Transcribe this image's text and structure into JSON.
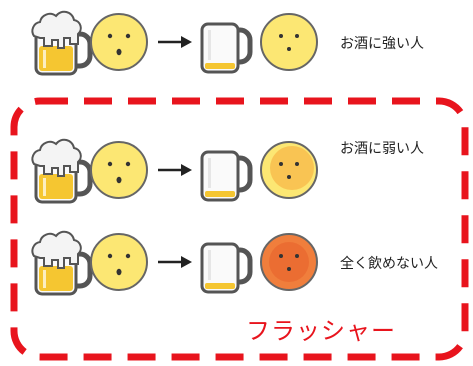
{
  "rows": [
    {
      "label": "お酒に強い人",
      "after_face_color": "#FCE773"
    },
    {
      "label": "お酒に弱い人",
      "after_face_color": "#F8BD4E"
    },
    {
      "label": "全く飲めない人",
      "after_face_color": "#F07E3C"
    }
  ],
  "flusher_group": {
    "label": "フラッシャー",
    "color": "#E8141D"
  },
  "colors": {
    "face_yellow": "#FCE773",
    "beer": "#F5C631",
    "foam": "#F4F4F4",
    "outline": "#555555"
  },
  "icons": [
    "beer-mug-full-icon",
    "face-icon",
    "arrow-right-icon",
    "beer-mug-empty-icon"
  ]
}
